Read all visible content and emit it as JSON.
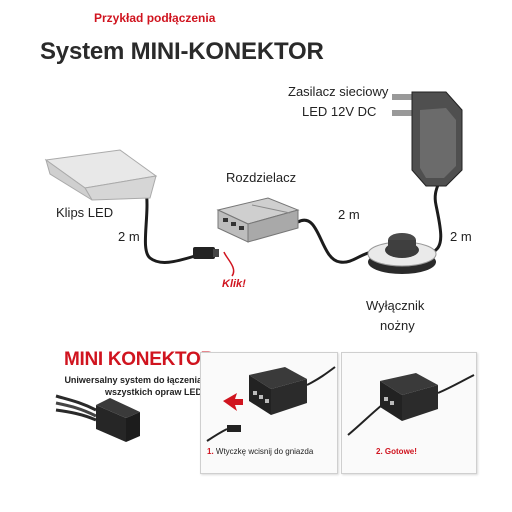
{
  "header": {
    "subtitle": "Przykład podłączenia",
    "title": "System MINI-KONEKTOR"
  },
  "diagram": {
    "power_supply_label_line1": "Zasilacz sieciowy",
    "power_supply_label_line2": "LED 12V DC",
    "clip_label": "Klips LED",
    "splitter_label": "Rozdzielacz",
    "switch_label_line1": "Wyłącznik",
    "switch_label_line2": "nożny",
    "cable_left_length": "2 m",
    "cable_middle_length": "2 m",
    "cable_right_length": "2 m",
    "click_text": "Klik!"
  },
  "info": {
    "title": "MINI KONEKTOR",
    "description": "Uniwersalny system do łączenia wszystkich opraw LED"
  },
  "steps": [
    {
      "number": "1.",
      "text": "Wtyczkę wcisnij do gniazda"
    },
    {
      "number": "2.",
      "text": "Gotowe!"
    }
  ]
}
